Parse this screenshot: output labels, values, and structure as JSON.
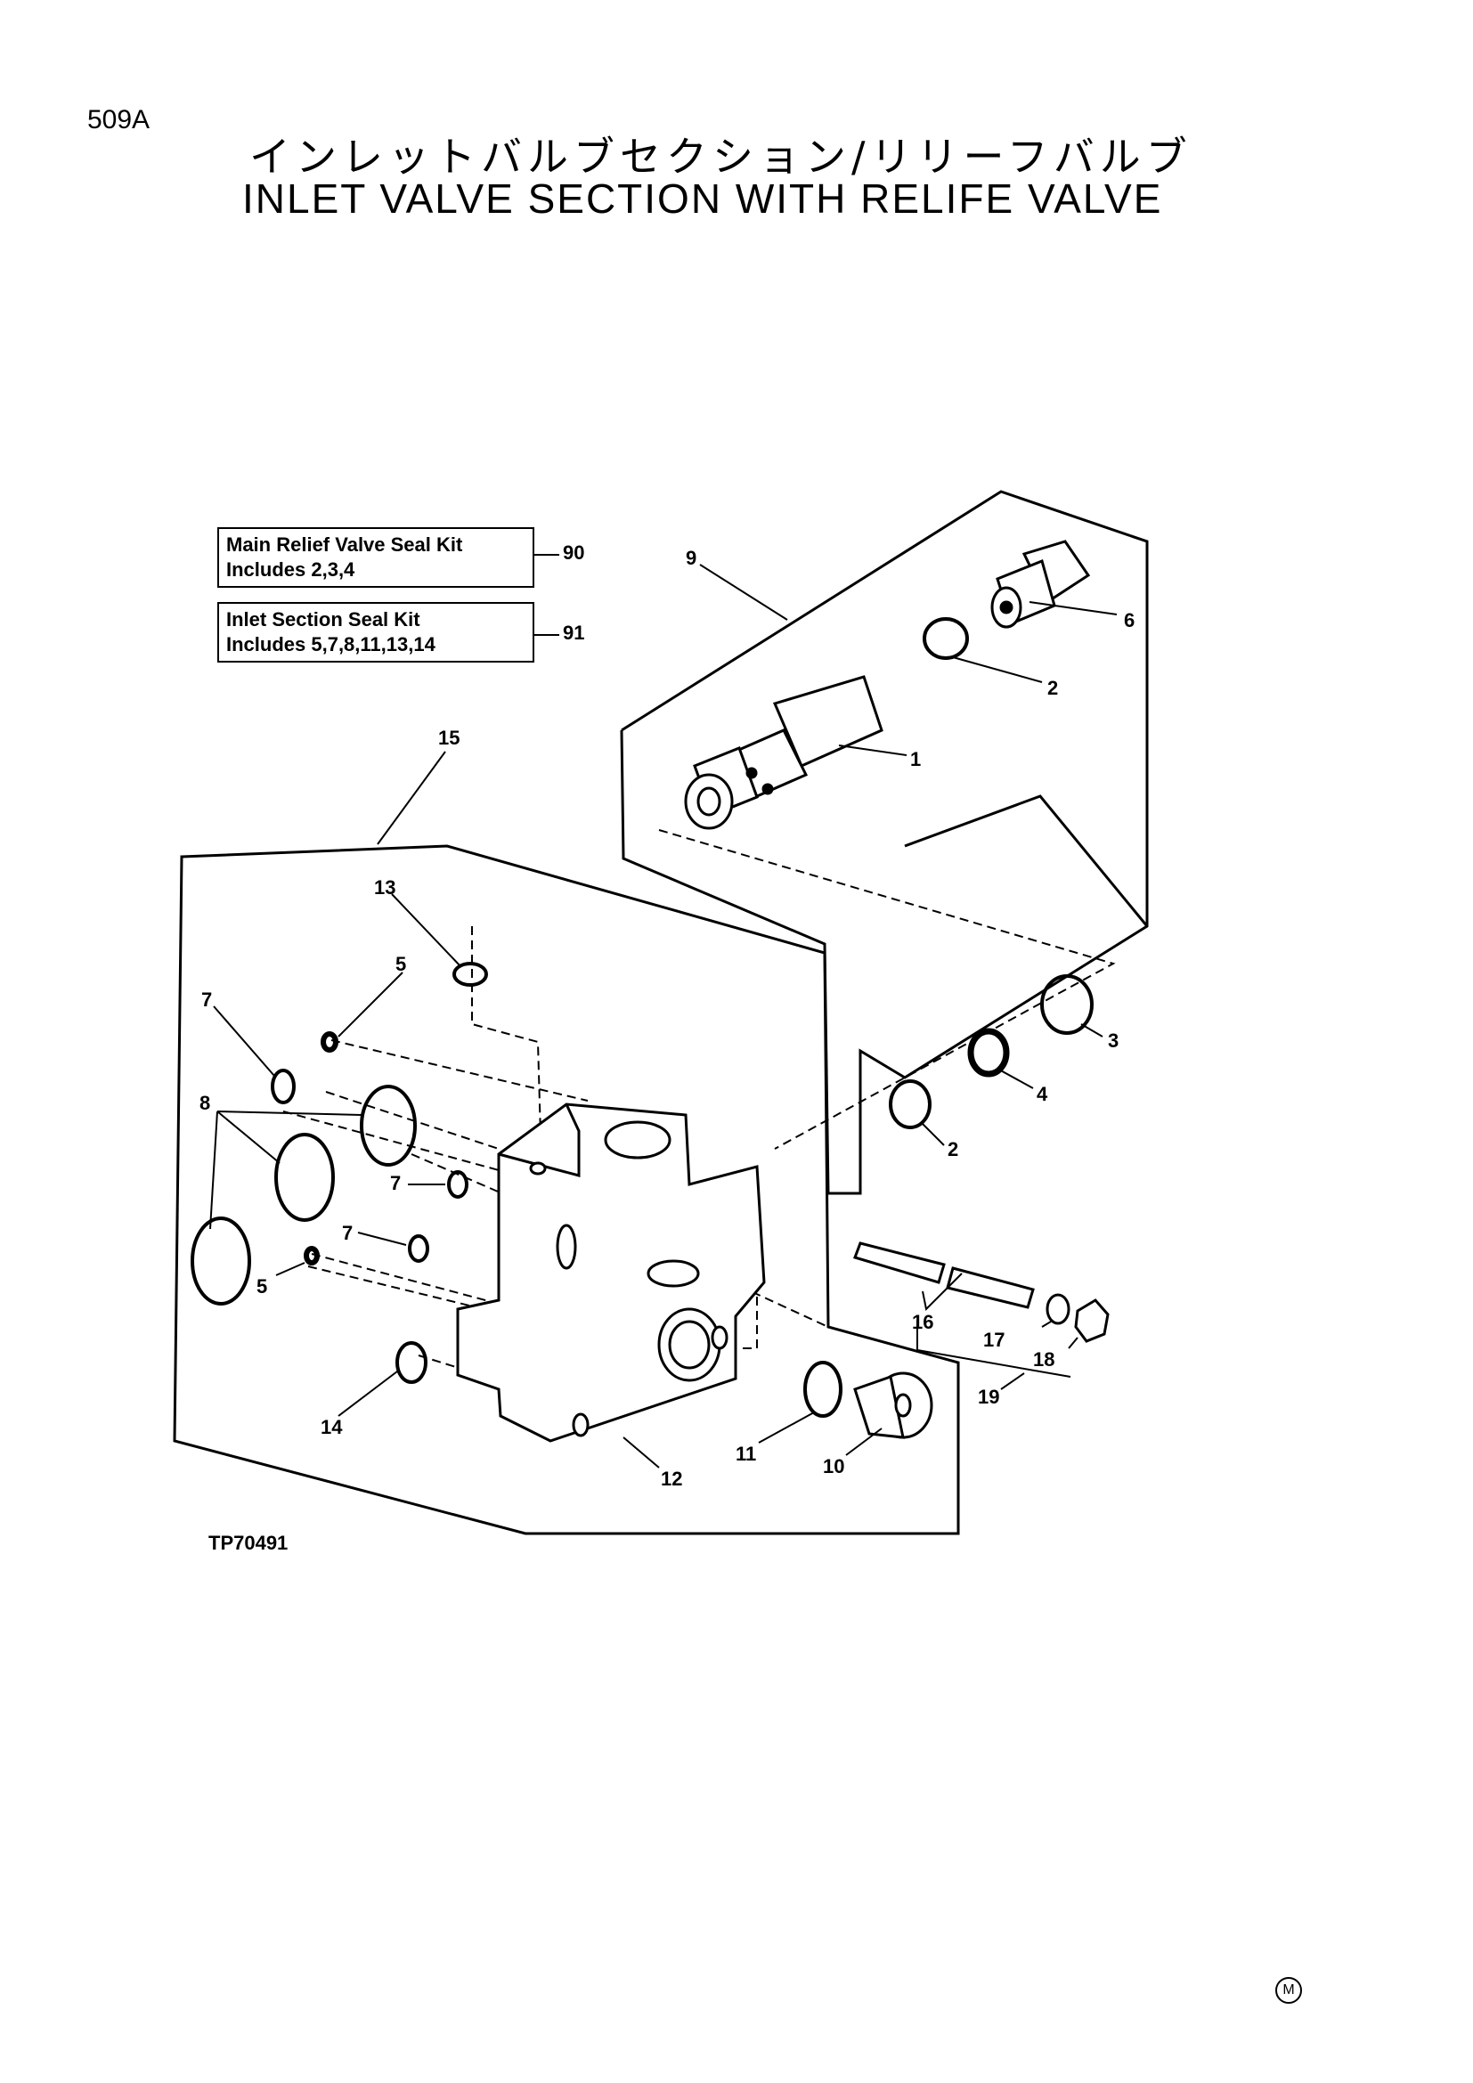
{
  "page_code": "509A",
  "title_jp": "インレットバルブセクション/リリーフバルブ",
  "title_en": "INLET VALVE SECTION WITH RELIFE VALVE",
  "kits": [
    {
      "line1": "Main Relief Valve Seal Kit",
      "line2": "Includes 2,3,4",
      "number": "90"
    },
    {
      "line1": "Inlet Section Seal Kit",
      "line2": "Includes 5,7,8,11,13,14",
      "number": "91"
    }
  ],
  "callouts": {
    "c1": "1",
    "c2a": "2",
    "c2b": "2",
    "c3": "3",
    "c4": "4",
    "c5a": "5",
    "c5b": "5",
    "c6": "6",
    "c7a": "7",
    "c7b": "7",
    "c7c": "7",
    "c8": "8",
    "c9": "9",
    "c10": "10",
    "c11": "11",
    "c12": "12",
    "c13": "13",
    "c14": "14",
    "c15": "15",
    "c16": "16",
    "c17": "17",
    "c18": "18",
    "c19": "19"
  },
  "figure_code": "TP70491",
  "mark": "M"
}
